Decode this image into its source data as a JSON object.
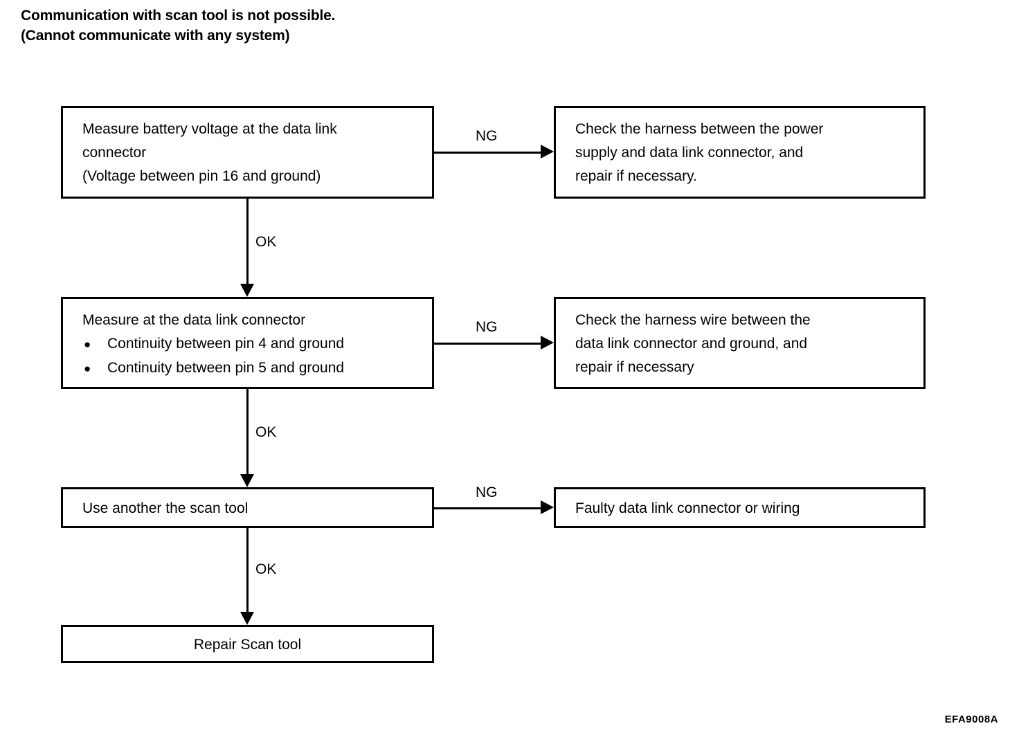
{
  "heading": {
    "line1": "Communication with scan tool is not possible.",
    "line2": "(Cannot communicate with any system)"
  },
  "flowchart": {
    "type": "troubleshooting-flowchart",
    "steps": [
      {
        "id": "step-1",
        "lines": [
          "Measure battery voltage at the data link",
          "connector",
          "(Voltage between pin 16 and ground)"
        ],
        "ng_label": "NG",
        "ok_label": "OK",
        "ng_result": {
          "id": "result-1",
          "lines": [
            "Check the harness between the power",
            "supply and data link connector, and",
            "repair if necessary."
          ]
        }
      },
      {
        "id": "step-2",
        "title": "Measure at the data link connector",
        "bullets": [
          "Continuity between pin 4 and ground",
          "Continuity between pin 5 and ground"
        ],
        "bullet_glyph": "●",
        "ng_label": "NG",
        "ok_label": "OK",
        "ng_result": {
          "id": "result-2",
          "lines": [
            "Check the harness wire between the",
            "data link connector and ground, and",
            "repair if necessary"
          ]
        }
      },
      {
        "id": "step-3",
        "lines": [
          "Use another the scan tool"
        ],
        "ng_label": "NG",
        "ok_label": "OK",
        "ng_result": {
          "id": "result-3",
          "lines": [
            "Faulty data link connector or wiring"
          ]
        }
      },
      {
        "id": "step-4",
        "lines": [
          "Repair Scan tool"
        ]
      }
    ]
  },
  "figure_code": "EFA9008A"
}
